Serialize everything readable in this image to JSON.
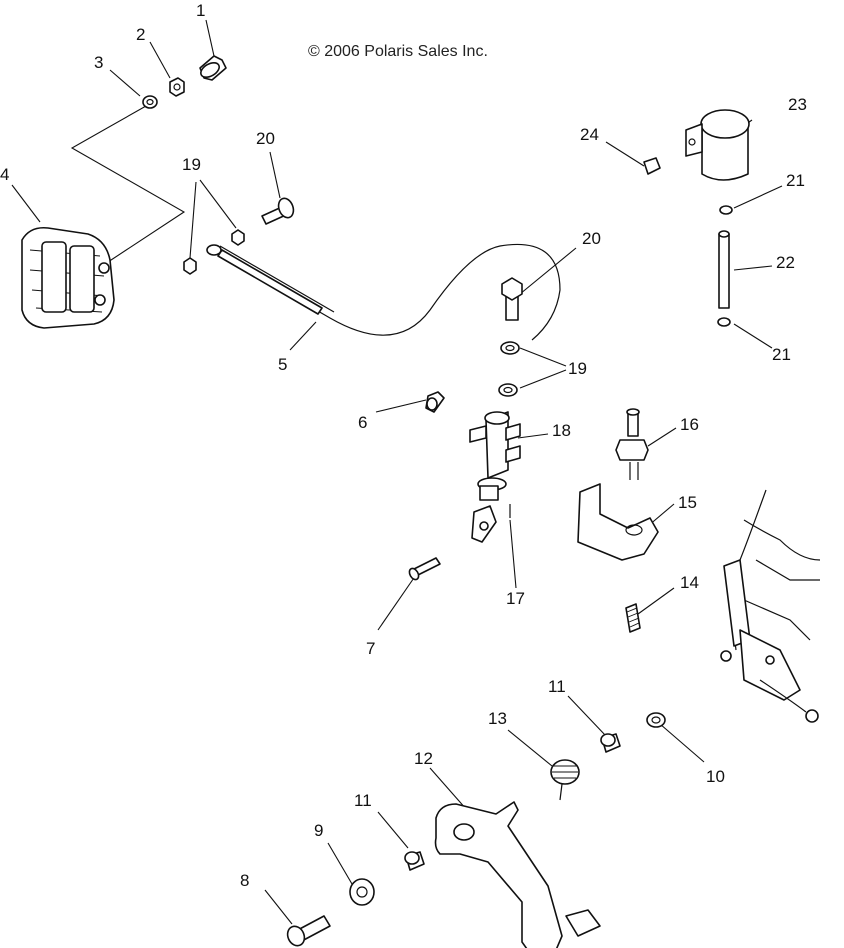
{
  "copyright": "© 2006 Polaris Sales Inc.",
  "callouts": [
    {
      "id": "c1",
      "text": "1"
    },
    {
      "id": "c2",
      "text": "2"
    },
    {
      "id": "c3",
      "text": "3"
    },
    {
      "id": "c4",
      "text": "4"
    },
    {
      "id": "c5",
      "text": "5"
    },
    {
      "id": "c6",
      "text": "6"
    },
    {
      "id": "c7",
      "text": "7"
    },
    {
      "id": "c8",
      "text": "8"
    },
    {
      "id": "c9",
      "text": "9"
    },
    {
      "id": "c10",
      "text": "10"
    },
    {
      "id": "c11a",
      "text": "11"
    },
    {
      "id": "c11b",
      "text": "11"
    },
    {
      "id": "c12",
      "text": "12"
    },
    {
      "id": "c13",
      "text": "13"
    },
    {
      "id": "c14",
      "text": "14"
    },
    {
      "id": "c15",
      "text": "15"
    },
    {
      "id": "c16",
      "text": "16"
    },
    {
      "id": "c17",
      "text": "17"
    },
    {
      "id": "c18",
      "text": "18"
    },
    {
      "id": "c19a",
      "text": "19"
    },
    {
      "id": "c19b",
      "text": "19"
    },
    {
      "id": "c20a",
      "text": "20"
    },
    {
      "id": "c20b",
      "text": "20"
    },
    {
      "id": "c21a",
      "text": "21"
    },
    {
      "id": "c21b",
      "text": "21"
    },
    {
      "id": "c22",
      "text": "22"
    },
    {
      "id": "c23",
      "text": "23"
    },
    {
      "id": "c24",
      "text": "24"
    }
  ]
}
